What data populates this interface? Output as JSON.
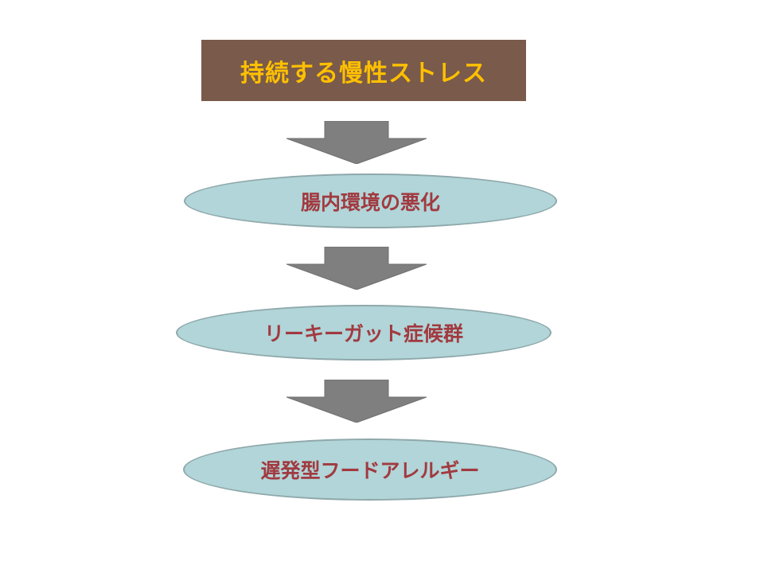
{
  "diagram": {
    "title": "持続する慢性ストレス",
    "steps": [
      {
        "label": "腸内環境の悪化"
      },
      {
        "label": "リーキーガット症候群"
      },
      {
        "label": "遅発型フードアレルギー"
      }
    ]
  },
  "colors": {
    "title_background": "#7a5a4a",
    "title_text": "#ffc000",
    "ellipse_fill": "#b1d5d8",
    "ellipse_border": "#8fa8ab",
    "ellipse_text": "#a13a40",
    "arrow_fill": "#7f7f7f"
  },
  "icons": {
    "arrow": "down-arrow-icon"
  }
}
